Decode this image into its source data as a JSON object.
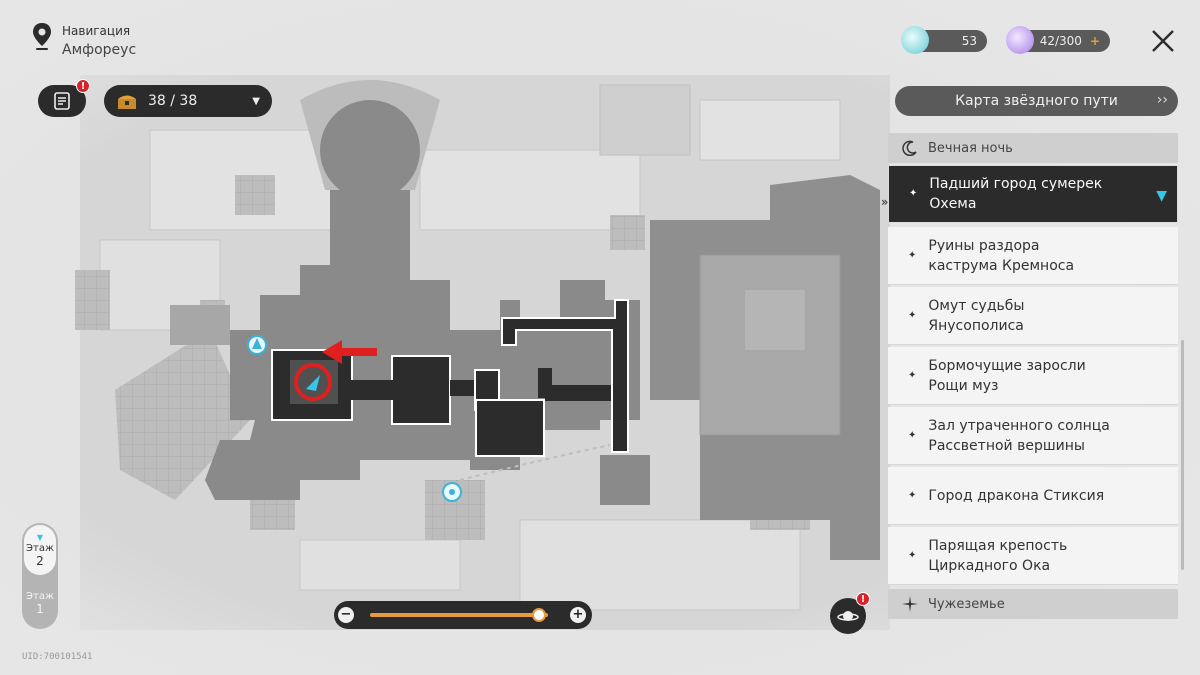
{
  "navigation": {
    "label": "Навигация",
    "location": "Амфореус"
  },
  "treasure": {
    "count": "38 / 38"
  },
  "currencies": [
    {
      "value": "53",
      "icon": "stellar-jade-icon",
      "color": "#9fe3e6"
    },
    {
      "value": "42/300",
      "icon": "trailblaze-power-icon",
      "color": "#c9a8f0"
    }
  ],
  "star_rail_map_button": "Карта звёздного пути",
  "sections": [
    {
      "title": "Вечная ночь",
      "icon": "moon-icon"
    },
    {
      "title": "Чужеземье",
      "icon": "star-burst-icon"
    }
  ],
  "locations": [
    {
      "lines": [
        "Падший город сумерек",
        "Охема"
      ],
      "active": true
    },
    {
      "lines": [
        "Руины раздора",
        "каструма Кремноса"
      ],
      "active": false
    },
    {
      "lines": [
        "Омут судьбы",
        "Янусополиса"
      ],
      "active": false
    },
    {
      "lines": [
        "Бормочущие заросли",
        "Рощи муз"
      ],
      "active": false
    },
    {
      "lines": [
        "Зал утраченного солнца",
        "Рассветной вершины"
      ],
      "active": false
    },
    {
      "lines": [
        "Город дракона Стиксия"
      ],
      "active": false
    },
    {
      "lines": [
        "Парящая крепость",
        "Циркадного Ока"
      ],
      "active": false
    }
  ],
  "floors": [
    {
      "label": "Этаж",
      "number": "2",
      "current": true
    },
    {
      "label": "Этаж",
      "number": "1",
      "current": false
    }
  ],
  "zoom": {
    "minus": "−",
    "plus": "+",
    "level": 0.95
  },
  "uid": "UID:700101541",
  "badge": "!"
}
